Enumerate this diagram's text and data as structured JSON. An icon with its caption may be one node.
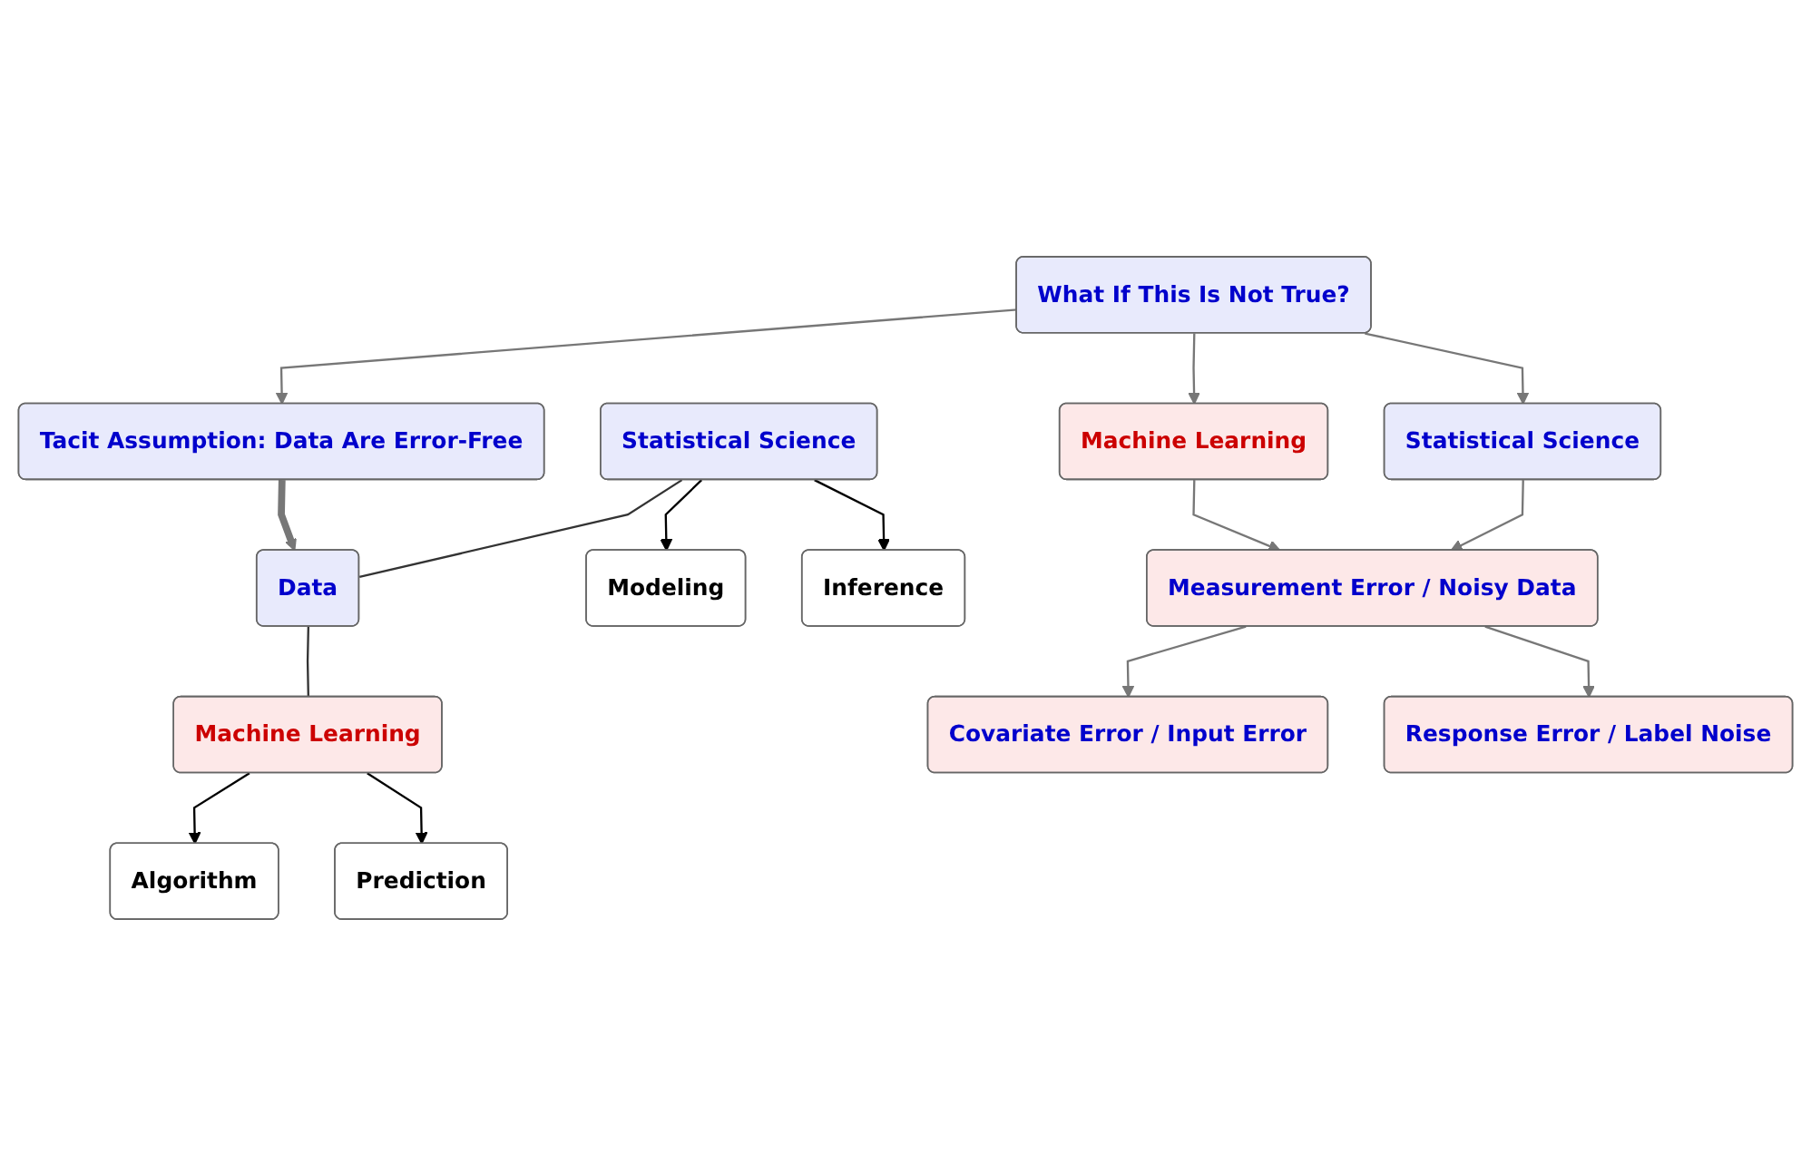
{
  "diagram": {
    "nodes": [
      {
        "text": [
          "Statistical Science"
        ]
      },
      {
        "text": [
          "Data"
        ]
      },
      {
        "text": [
          "Machine Learning"
        ]
      },
      {
        "text": [
          "Modeling"
        ]
      },
      {
        "text": [
          "Inference"
        ]
      },
      {
        "text": [
          "Algorithm"
        ]
      },
      {
        "text": [
          "Prediction"
        ]
      },
      {
        "text": [
          "Tacit Assumption: Data Are Error-Free"
        ]
      },
      {
        "text": [
          "What If This Is Not True?"
        ]
      },
      {
        "text": [
          "Statistical Science"
        ]
      },
      {
        "text": [
          "Machine Learning"
        ]
      },
      {
        "text": [
          "Measurement Error / Noisy Data"
        ]
      },
      {
        "text": [
          "Covariate Error / Input Error"
        ]
      },
      {
        "text": [
          "Response Error / Label Noise"
        ]
      }
    ],
    "edges": [
      {
        "from": 0,
        "to": 1,
        "arrow": "none",
        "color": "#333333"
      },
      {
        "from": 1,
        "to": 2,
        "arrow": "none",
        "color": "#333333"
      },
      {
        "from": 0,
        "to": 3,
        "arrow": "to",
        "color": "#000000"
      },
      {
        "from": 0,
        "to": 4,
        "arrow": "to",
        "color": "#000000"
      },
      {
        "from": 2,
        "to": 5,
        "arrow": "to",
        "color": "#000000"
      },
      {
        "from": 2,
        "to": 6,
        "arrow": "to",
        "color": "#000000"
      },
      {
        "from": 7,
        "to": 1,
        "arrow": "to",
        "style": "thick"
      },
      {
        "from": 8,
        "to": 7,
        "arrow": "to"
      },
      {
        "from": 8,
        "to": 9,
        "arrow": "to"
      },
      {
        "from": 8,
        "to": 10,
        "arrow": "to"
      },
      {
        "from": 9,
        "to": 11,
        "arrow": "to"
      },
      {
        "from": 10,
        "to": 11,
        "arrow": "to"
      },
      {
        "from": 11,
        "to": 12,
        "arrow": "to"
      },
      {
        "from": 11,
        "to": 13,
        "arrow": "to"
      }
    ]
  }
}
